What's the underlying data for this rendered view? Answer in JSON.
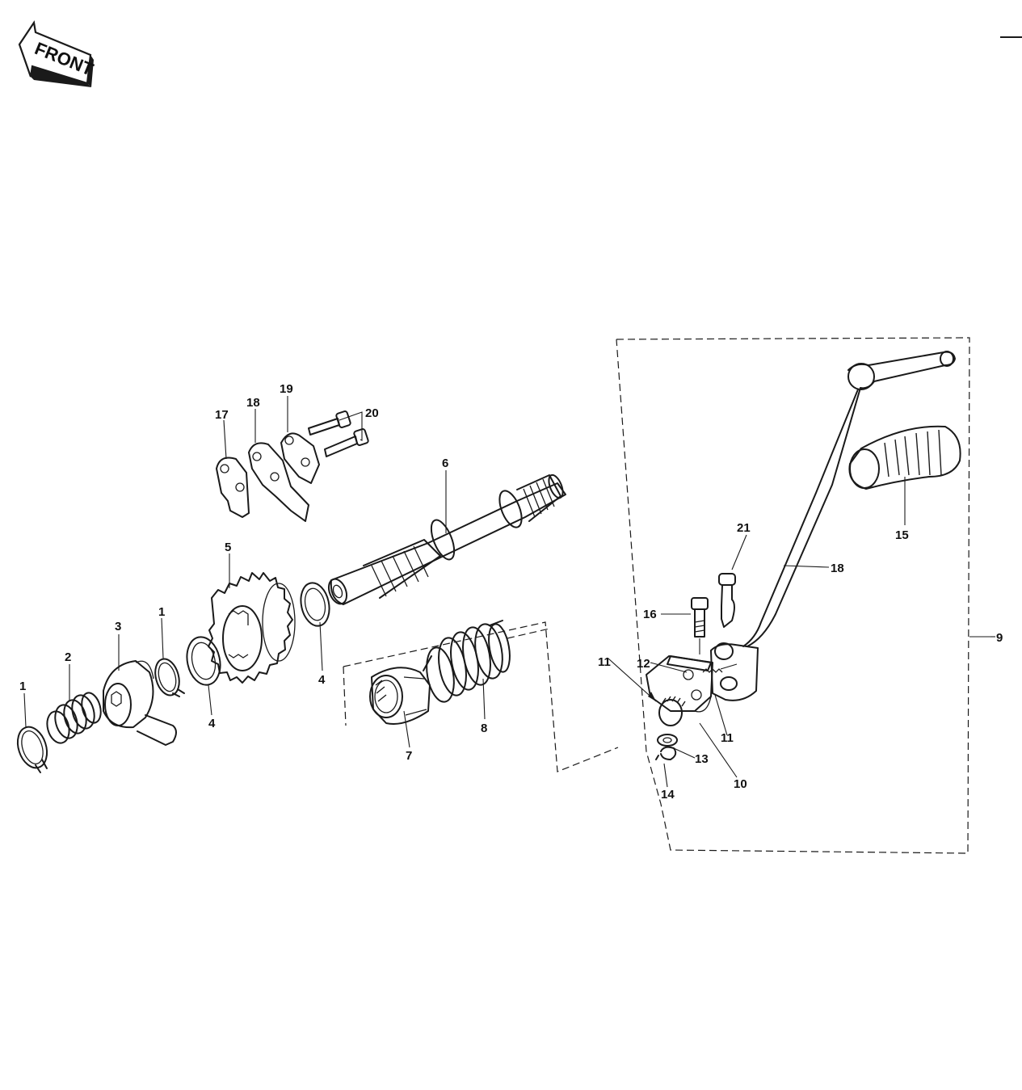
{
  "direction": {
    "text": "FRONT"
  },
  "callouts": [
    {
      "id": "c1a",
      "text": "1"
    },
    {
      "id": "c2",
      "text": "2"
    },
    {
      "id": "c3",
      "text": "3"
    },
    {
      "id": "c1b",
      "text": "1"
    },
    {
      "id": "c4a",
      "text": "4"
    },
    {
      "id": "c5",
      "text": "5"
    },
    {
      "id": "c4b",
      "text": "4"
    },
    {
      "id": "c6",
      "text": "6"
    },
    {
      "id": "c7",
      "text": "7"
    },
    {
      "id": "c8",
      "text": "8"
    },
    {
      "id": "c17",
      "text": "17"
    },
    {
      "id": "c18a",
      "text": "18"
    },
    {
      "id": "c19",
      "text": "19"
    },
    {
      "id": "c20",
      "text": "20"
    },
    {
      "id": "c21",
      "text": "21"
    },
    {
      "id": "c16",
      "text": "16"
    },
    {
      "id": "c18b",
      "text": "18"
    },
    {
      "id": "c15",
      "text": "15"
    },
    {
      "id": "c9",
      "text": "9"
    },
    {
      "id": "c11a",
      "text": "11"
    },
    {
      "id": "c12",
      "text": "12"
    },
    {
      "id": "c11b",
      "text": "11"
    },
    {
      "id": "c13",
      "text": "13"
    },
    {
      "id": "c10",
      "text": "10"
    },
    {
      "id": "c14",
      "text": "14"
    }
  ]
}
